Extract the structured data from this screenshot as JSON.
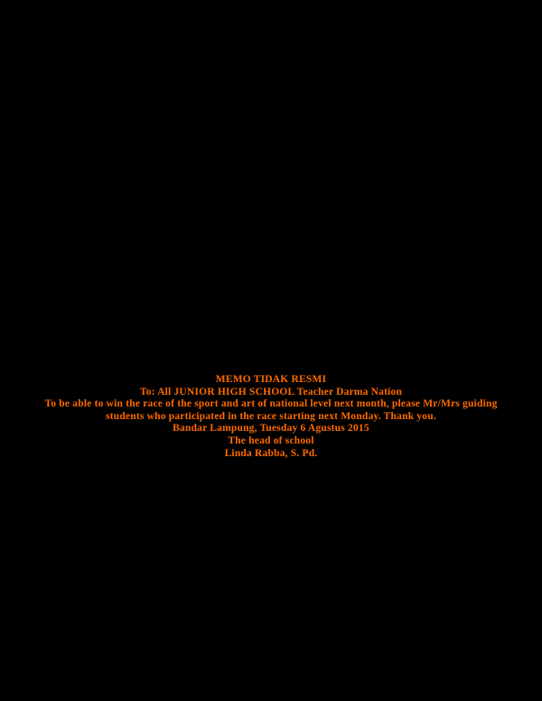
{
  "page": {
    "background": "#000000",
    "text_color": "#FF6A00"
  },
  "memo": {
    "title": "MEMO TIDAK RESMI",
    "to_line": "To: All JUNIOR HIGH SCHOOL Teacher Darma Nation",
    "body": "To be able to win the race of the sport and art of national level next month, please Mr/Mrs guiding students who participated in the race starting next Monday. Thank you.",
    "place_date": "Bandar Lampung, Tuesday 6 Agustus 2015",
    "closing": "The head of school",
    "signature": "Linda Rabba, S. Pd."
  }
}
